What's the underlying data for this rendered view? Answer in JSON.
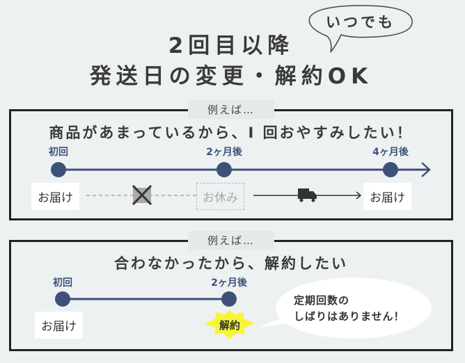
{
  "header": {
    "line1": "2回目以降",
    "line2": "発送日の変更・解約OK",
    "bubble": "いつでも"
  },
  "colors": {
    "navy": "#3d5178",
    "background": "#edf1f1",
    "highlight": "#f7f53a"
  },
  "example1": {
    "tag": "例えば…",
    "headline": "商品があまっているから、I 回おやすみしたい！",
    "timeline": [
      "初回",
      "2ヶ月後",
      "4ヶ月後"
    ],
    "delivery1": "お届け",
    "skip": "お休み",
    "delivery2": "お届け",
    "icons": [
      "cross-icon",
      "truck-icon"
    ]
  },
  "example2": {
    "tag": "例えば…",
    "headline": "合わなかったから、解約したい",
    "timeline": [
      "初回",
      "2ヶ月後"
    ],
    "delivery": "お届け",
    "cancel": "解約",
    "note_line1": "定期回数の",
    "note_line2": "しばりはありません！"
  }
}
